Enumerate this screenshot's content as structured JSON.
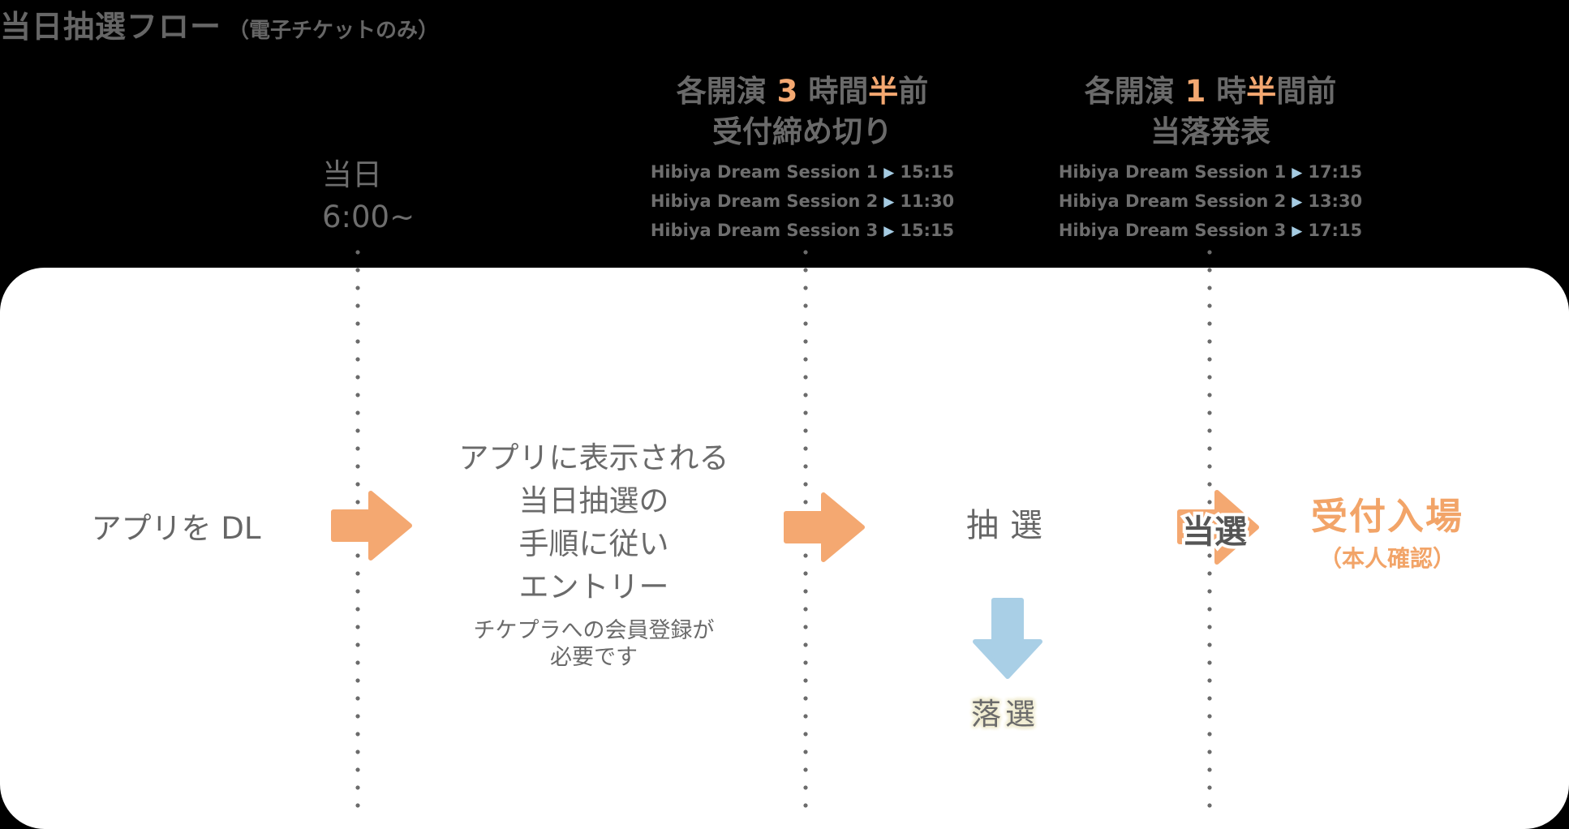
{
  "title": {
    "main": "当日抽選フロー",
    "note": "（電子チケットのみ）"
  },
  "colors": {
    "background": "#000000",
    "panel": "#FFFFFF",
    "orange": "#F4A871",
    "blue": "#A9CFE6",
    "gray_text": "#6A6A6A",
    "dot": "#6B6B6B"
  },
  "timeline": {
    "start": {
      "line1": "当日",
      "line2": "6:00~"
    },
    "deadline": {
      "heading_parts": [
        {
          "text": "各開演 "
        },
        {
          "text": "3"
        },
        {
          "text": " 時間"
        },
        {
          "text": "半"
        },
        {
          "text": "前"
        }
      ],
      "subheading": "受付締め切り",
      "sessions": [
        {
          "name": "Hibiya Dream Session 1",
          "arrow": "▶",
          "time": "15:15"
        },
        {
          "name": "Hibiya Dream Session 2",
          "arrow": "▶",
          "time": "11:30"
        },
        {
          "name": "Hibiya Dream Session 3",
          "arrow": "▶",
          "time": "15:15"
        }
      ]
    },
    "announcement": {
      "heading_parts": [
        {
          "text": "各開演 "
        },
        {
          "text": "1"
        },
        {
          "text": " 時"
        },
        {
          "text": "半"
        },
        {
          "text": "間前"
        }
      ],
      "subheading": "当落発表",
      "sessions": [
        {
          "name": "Hibiya Dream Session 1",
          "arrow": "▶",
          "time": "17:15"
        },
        {
          "name": "Hibiya Dream Session 2",
          "arrow": "▶",
          "time": "13:30"
        },
        {
          "name": "Hibiya Dream Session 3",
          "arrow": "▶",
          "time": "17:15"
        }
      ]
    }
  },
  "flow": {
    "step1": "アプリを DL",
    "step2_lines": [
      "アプリに表示される",
      "当日抽選の",
      "手順に従い",
      "エントリー"
    ],
    "step2_note_lines": [
      "チケプラへの会員登録が",
      "必要です"
    ],
    "step3": "抽選",
    "lose": "落選",
    "win": "当選",
    "final": "受付入場",
    "final_note": "（本人確認）"
  }
}
